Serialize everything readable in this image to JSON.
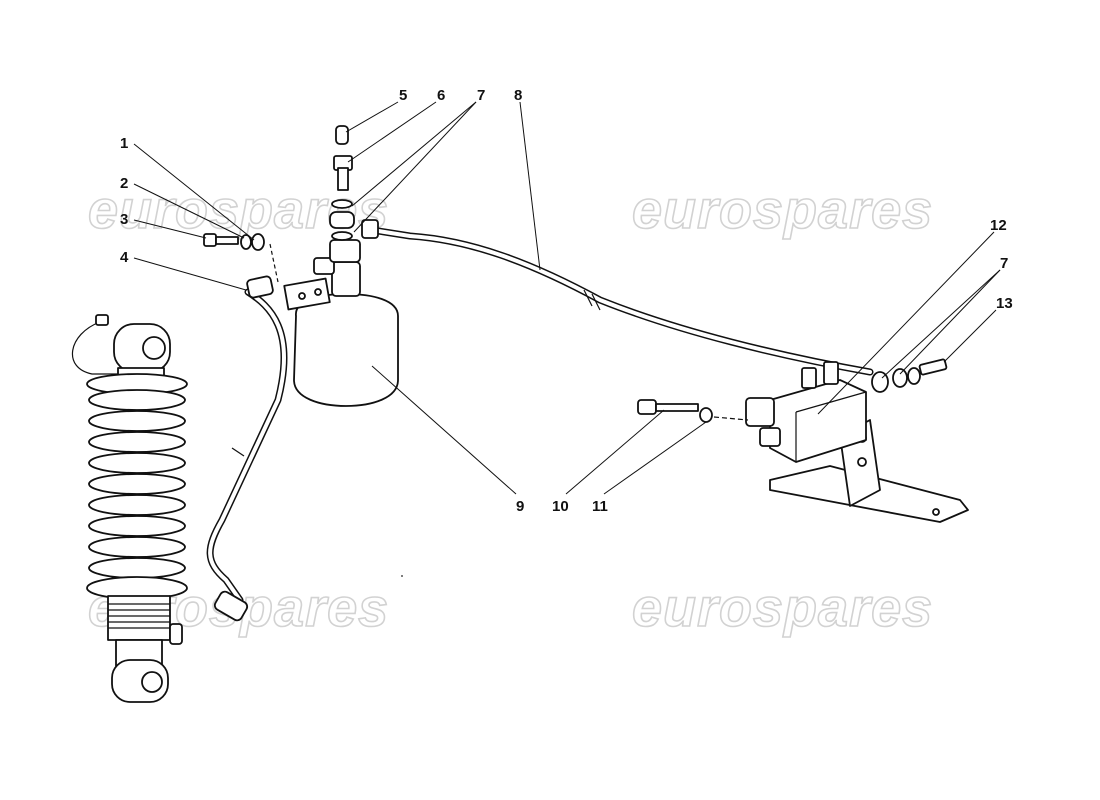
{
  "watermark": {
    "text": "eurospares",
    "instances": [
      "top-left",
      "top-right",
      "bottom-left",
      "bottom-right"
    ]
  },
  "callouts": [
    "1",
    "2",
    "3",
    "4",
    "5",
    "6",
    "7",
    "8",
    "9",
    "10",
    "11",
    "12",
    "7",
    "13"
  ],
  "parts": [
    "shock-absorber-spring",
    "pressure-accumulator",
    "hydraulic-pipe-to-shock",
    "hydraulic-pipe-to-valve",
    "valve-block",
    "mounting-bracket",
    "banjo-bolts-and-washers"
  ],
  "colors": {
    "line": "#111111",
    "watermark": "#d2d2d2",
    "background": "#ffffff"
  }
}
